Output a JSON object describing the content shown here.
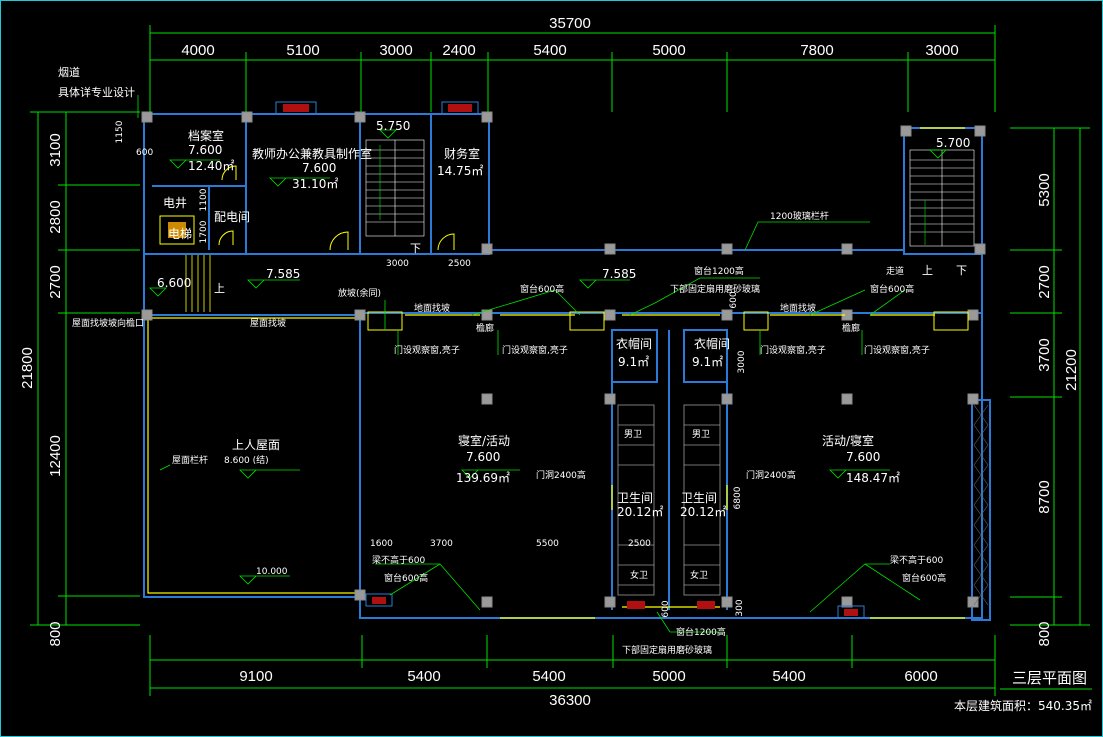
{
  "dims_top": {
    "total": "35700",
    "segments": [
      "4000",
      "5100",
      "3000",
      "2400",
      "5400",
      "5000",
      "7800",
      "3000"
    ]
  },
  "dims_bottom": {
    "total": "36300",
    "segments": [
      "9100",
      "5400",
      "5400",
      "5000",
      "5400",
      "6000"
    ]
  },
  "dims_left": {
    "total": "21800",
    "segments": [
      "3100",
      "2800",
      "2700",
      "12400",
      "800"
    ]
  },
  "dims_right": {
    "total": "21200",
    "segments": [
      "5300",
      "2700",
      "3700",
      "8700",
      "800"
    ]
  },
  "inner_dims": {
    "d1150": "1150",
    "d600a": "600",
    "d1100": "1100",
    "d1700": "1700",
    "d3000a": "3000",
    "d2500a": "2500",
    "d600b": "600",
    "d3000b": "3000",
    "d6800": "6800",
    "d300": "300",
    "d1600": "1600",
    "d3700": "3700",
    "d5500": "5500",
    "d2500b": "2500",
    "d600c": "600"
  },
  "notes": {
    "flue": "烟道",
    "flue_detail": "具体详专业设计",
    "rail_1200": "1200玻璃栏杆",
    "sill_1200_top": "窗台1200高",
    "sill_1200_top_detail": "下部固定扇用磨砂玻璃",
    "ramp": "放坡(余同)",
    "sill_600_a": "窗台600高",
    "sill_600_b": "窗台600高",
    "corridor_left": "走道",
    "down_left": "下",
    "up_right": "上",
    "down_right": "下",
    "up_left": "上",
    "tiny_a": "地面找坡",
    "tiny_b": "地面找坡",
    "tiny_c": "屋面找坡坡向檐口",
    "tiny_d": "屋面找坡",
    "eave_a": "檐廊",
    "eave_b": "檐廊",
    "obs_a": "门设观察窗,亮子",
    "obs_b": "门设观察窗,亮子",
    "obs_c": "门设观察窗,亮子",
    "obs_d": "门设观察窗,亮子",
    "door_a": "门洞2400高",
    "door_b": "门洞2400高",
    "beam_a": "梁不高于600",
    "beam_b": "梁不高于600",
    "sill_600_c": "窗台600高",
    "sill_600_d": "窗台600高",
    "sill_1200_bot": "窗台1200高",
    "sill_1200_bot_detail": "下部固定扇用磨砂玻璃",
    "roof_rail": "屋面栏杆"
  },
  "levels": {
    "archive": "7.600",
    "teacher": "7.600",
    "stair_l": "5.750",
    "stair_r": "5.700",
    "corr_a": "7.585",
    "corr_b": "7.585",
    "step": "6.600",
    "dorm_l": "7.600",
    "dorm_r": "7.600",
    "roof": "8.600 (结)",
    "roof_low": "10.000"
  },
  "rooms": {
    "archive": {
      "name": "档案室",
      "area": "12.40㎡"
    },
    "teacher": {
      "name": "教师办公兼教具制作室",
      "area": "31.10㎡"
    },
    "finance": {
      "name": "财务室",
      "area": "14.75㎡"
    },
    "elec": {
      "name": "电井"
    },
    "elevator": {
      "name": "电梯"
    },
    "dist": {
      "name": "配电间"
    },
    "roof": {
      "name": "上人屋面"
    },
    "dorm_l": {
      "name": "寝室/活动",
      "area": "139.69㎡"
    },
    "dorm_r": {
      "name": "活动/寝室",
      "area": "148.47㎡"
    },
    "cloak_l": {
      "name": "衣帽间",
      "area": "9.1㎡"
    },
    "cloak_r": {
      "name": "衣帽间",
      "area": "9.1㎡"
    },
    "wc_l": {
      "name": "卫生间",
      "area": "20.12㎡"
    },
    "wc_r": {
      "name": "卫生间",
      "area": "20.12㎡"
    },
    "mwc_l": "男卫",
    "mwc_r": "男卫",
    "fwc_l": "女卫",
    "fwc_r": "女卫"
  },
  "title": "三层平面图",
  "area_note": "本层建筑面积：540.35㎡"
}
